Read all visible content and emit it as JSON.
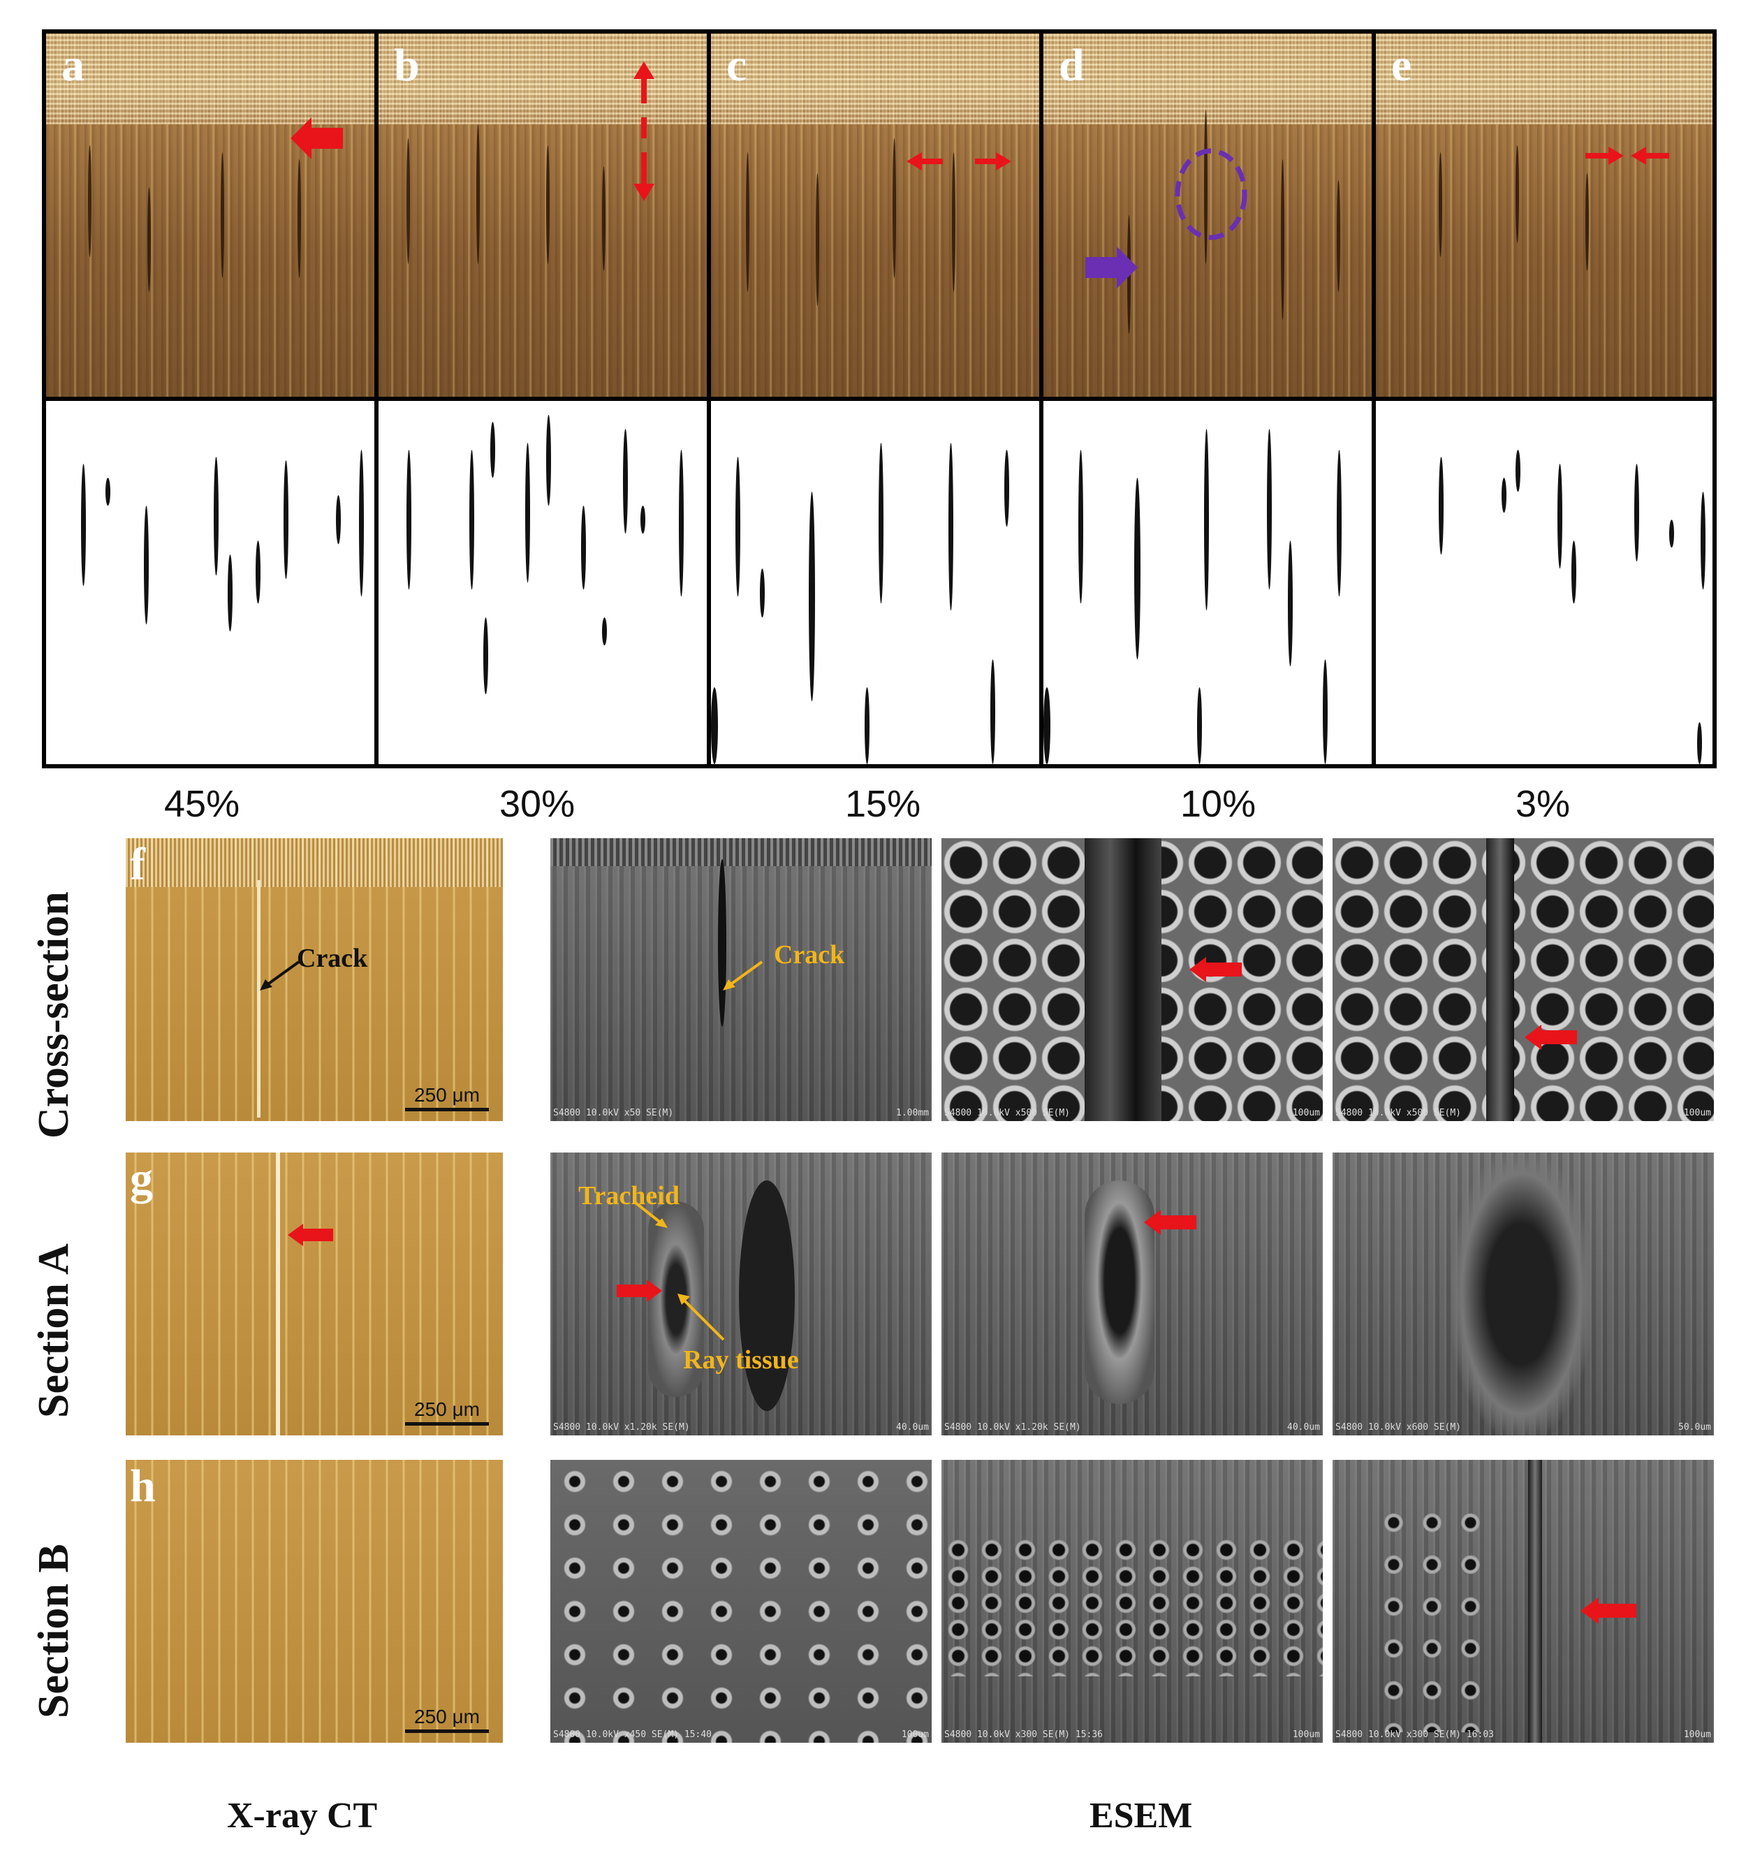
{
  "panels_top": [
    {
      "letter": "a",
      "moisture": "45%"
    },
    {
      "letter": "b",
      "moisture": "30%"
    },
    {
      "letter": "c",
      "moisture": "15%"
    },
    {
      "letter": "d",
      "moisture": "10%"
    },
    {
      "letter": "e",
      "moisture": "3%"
    }
  ],
  "rows": [
    {
      "letter": "f",
      "label": "Cross-section"
    },
    {
      "letter": "g",
      "label": "Section A"
    },
    {
      "letter": "h",
      "label": "Section B"
    }
  ],
  "scale_bar": "250 μm",
  "annotations": {
    "crack": "Crack",
    "tracheid": "Tracheid",
    "ray_tissue": "Ray tissue"
  },
  "sem_footers": {
    "f2": "S4800 10.0kV x50 SE(M)",
    "f2_scale": "1.00mm",
    "f3": "S4800 10.0kV x500 SE(M)",
    "f3_scale": "100um",
    "f4": "S4800 10.0kV x500 SE(M)",
    "f4_scale": "100um",
    "g2": "S4800 10.0kV x1.20k SE(M)",
    "g2_scale": "40.0um",
    "g3": "S4800 10.0kV x1.20k SE(M)",
    "g3_scale": "40.0um",
    "g4": "S4800 10.0kV x600 SE(M)",
    "g4_scale": "50.0um",
    "h2": "S4800 10.0kV x450 SE(M) 15:40",
    "h2_scale": "100um",
    "h3": "S4800 10.0kV x300 SE(M) 15:36",
    "h3_scale": "100um",
    "h4": "S4800 10.0kV x300 SE(M) 16:03",
    "h4_scale": "100um"
  },
  "footer": {
    "left": "X-ray CT",
    "right": "ESEM"
  },
  "colors": {
    "arrow_red": "#e8141a",
    "marker_purple": "#6a2fb3",
    "annotation_yellow": "#f2b51a"
  }
}
